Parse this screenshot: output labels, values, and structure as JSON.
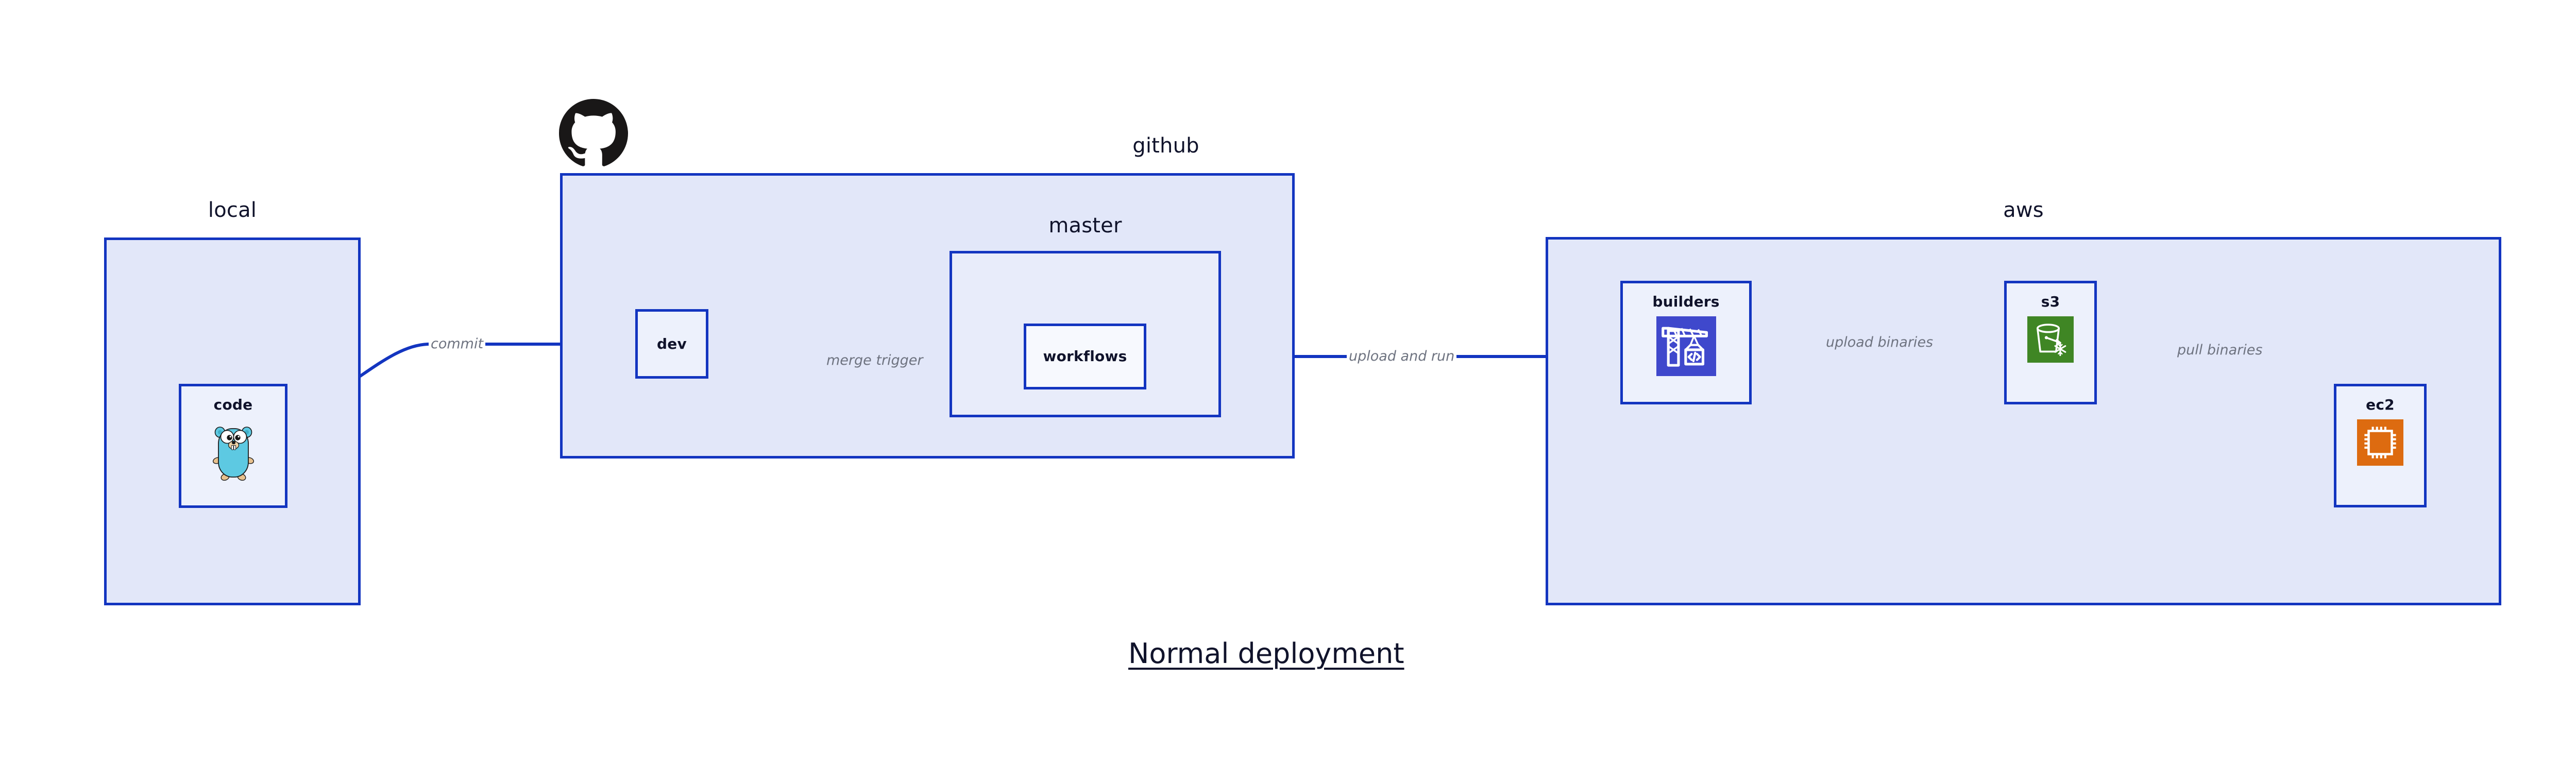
{
  "diagram": {
    "title": "Normal deployment",
    "background": "#ffffff",
    "border_color": "#1335C0",
    "group_fill": "#E2E7F9",
    "subgroup_fill": "#E8ECFA",
    "node_fill": "#EDF1FC",
    "label_color": "#10132B",
    "edge_label_color": "#6E7380"
  },
  "groups": {
    "local": {
      "label": "local"
    },
    "github": {
      "label": "github"
    },
    "master": {
      "label": "master"
    },
    "aws": {
      "label": "aws"
    }
  },
  "nodes": {
    "code": {
      "label": "code",
      "icon": "go-gopher-icon",
      "icon_color": "#5DC9E2"
    },
    "dev": {
      "label": "dev",
      "icon": "none"
    },
    "workflows": {
      "label": "workflows",
      "icon": "none"
    },
    "builders": {
      "label": "builders",
      "icon": "aws-codebuild-icon",
      "icon_color": "#3F48CC"
    },
    "s3": {
      "label": "s3",
      "icon": "aws-s3-glacier-icon",
      "icon_color": "#3F8624"
    },
    "ec2": {
      "label": "ec2",
      "icon": "aws-ec2-icon",
      "icon_color": "#DD6B10"
    }
  },
  "logos": {
    "github": {
      "name": "github-octocat-logo",
      "color": "#191717"
    }
  },
  "edges": [
    {
      "id": "commit",
      "label": "commit",
      "from": "code",
      "to": "dev"
    },
    {
      "id": "merge-trigger",
      "label": "merge trigger",
      "from": "dev",
      "to": "workflows"
    },
    {
      "id": "upload-and-run",
      "label": "upload and run",
      "from": "workflows",
      "to": "builders"
    },
    {
      "id": "upload-binaries",
      "label": "upload binaries",
      "from": "builders",
      "to": "s3"
    },
    {
      "id": "pull-binaries",
      "label": "pull binaries",
      "from": "s3",
      "to": "ec2"
    }
  ]
}
